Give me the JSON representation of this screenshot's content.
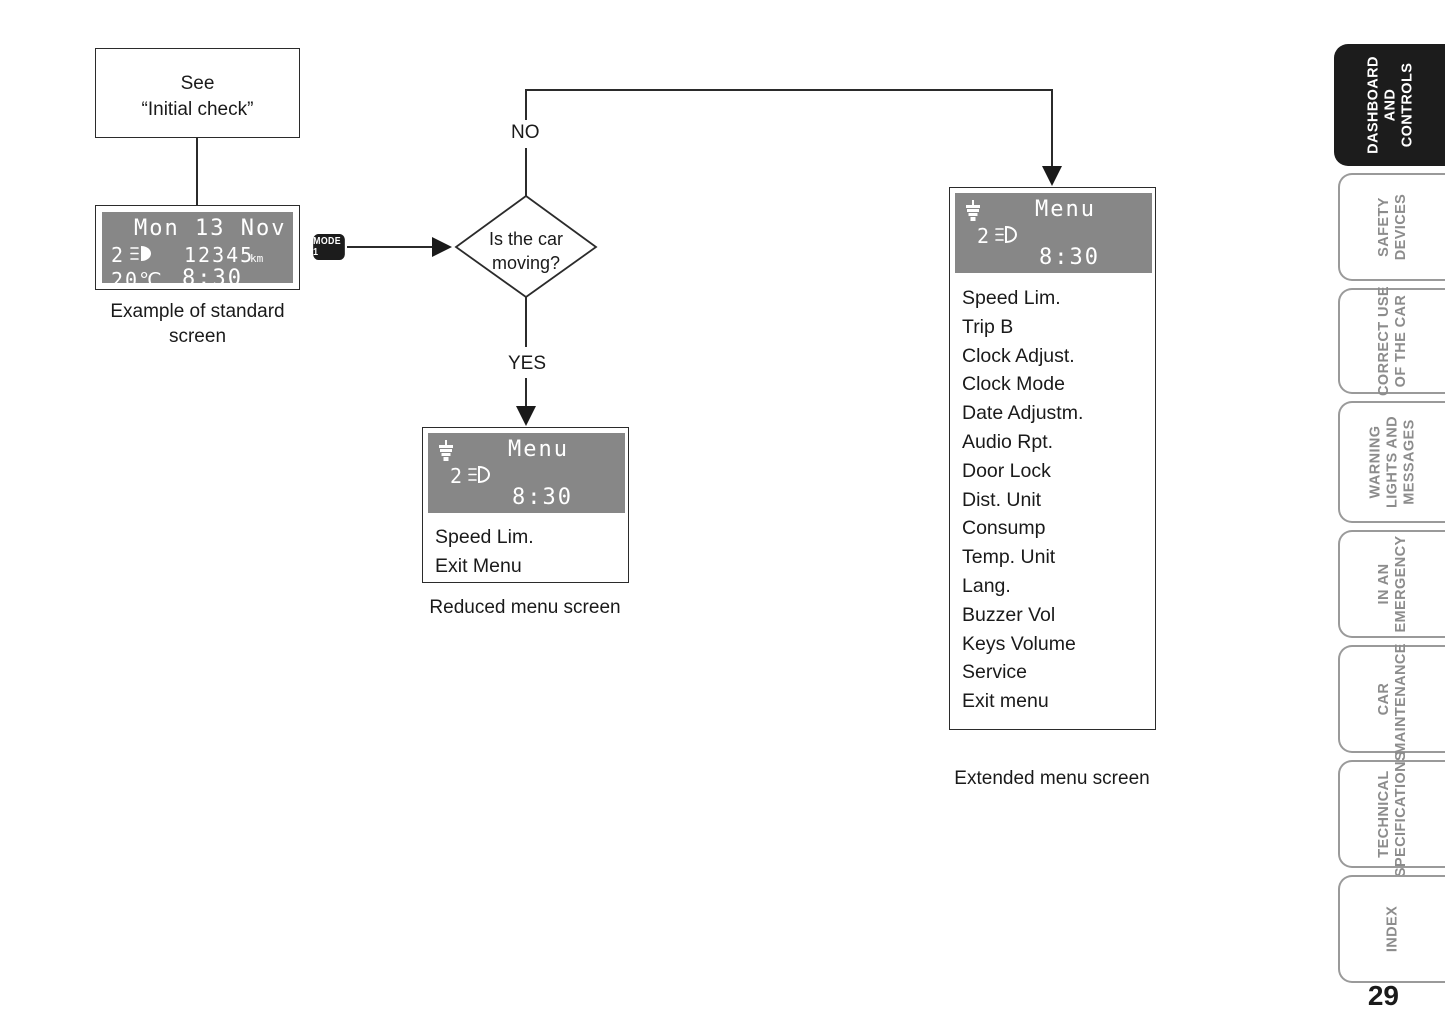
{
  "page": {
    "number": "29"
  },
  "flow": {
    "initial_check": {
      "line1": "See",
      "line2": "“Initial check”"
    },
    "standard_screen": {
      "caption_line1": "Example of standard",
      "caption_line2": "screen",
      "lcd": {
        "date": "Mon 13 Nov",
        "gear": "2",
        "headlight_icon": "headlight-icon",
        "odometer": "12345",
        "odometer_unit": "km",
        "temperature": "20℃",
        "clock": "8:30"
      }
    },
    "mode_button": {
      "label": "MODE 1"
    },
    "decision": {
      "line1": "Is the car",
      "line2": "moving?",
      "branch_no": "NO",
      "branch_yes": "YES"
    },
    "reduced_menu": {
      "caption": "Reduced menu screen",
      "lcd": {
        "bulb_icon": "bulb-icon",
        "title": "Menu",
        "gear": "2",
        "headlight_icon": "headlight-icon",
        "clock": "8:30"
      },
      "items": [
        "Speed Lim.",
        "Exit Menu"
      ]
    },
    "extended_menu": {
      "caption": "Extended menu screen",
      "lcd": {
        "bulb_icon": "bulb-icon",
        "title": "Menu",
        "gear": "2",
        "headlight_icon": "headlight-icon",
        "clock": "8:30"
      },
      "items": [
        "Speed Lim.",
        "Trip B",
        "Clock Adjust.",
        "Clock Mode",
        "Date Adjustm.",
        "Audio Rpt.",
        "Door Lock",
        "Dist. Unit",
        "Consump",
        "Temp. Unit",
        "Lang.",
        "Buzzer Vol",
        "Keys Volume",
        "Service",
        "Exit menu"
      ]
    }
  },
  "side_tabs": {
    "items": [
      {
        "lines": [
          "DASHBOARD",
          "AND",
          "CONTROLS"
        ],
        "active": true
      },
      {
        "lines": [
          "SAFETY",
          "DEVICES"
        ],
        "active": false
      },
      {
        "lines": [
          "CORRECT USE",
          "OF THE CAR"
        ],
        "active": false
      },
      {
        "lines": [
          "WARNING",
          "LIGHTS AND",
          "MESSAGES"
        ],
        "active": false
      },
      {
        "lines": [
          "IN AN",
          "EMERGENCY"
        ],
        "active": false
      },
      {
        "lines": [
          "CAR",
          "MAINTENANCE"
        ],
        "active": false
      },
      {
        "lines": [
          "TECHNICAL",
          "SPECIFICATIONS"
        ],
        "active": false
      },
      {
        "lines": [
          "INDEX"
        ],
        "active": false
      }
    ]
  },
  "colors": {
    "lcd_gray": "#878787",
    "tab_inactive_text": "#8c8c8c",
    "tab_active_bg": "#1c1c1c",
    "line": "#2b2b2b"
  }
}
